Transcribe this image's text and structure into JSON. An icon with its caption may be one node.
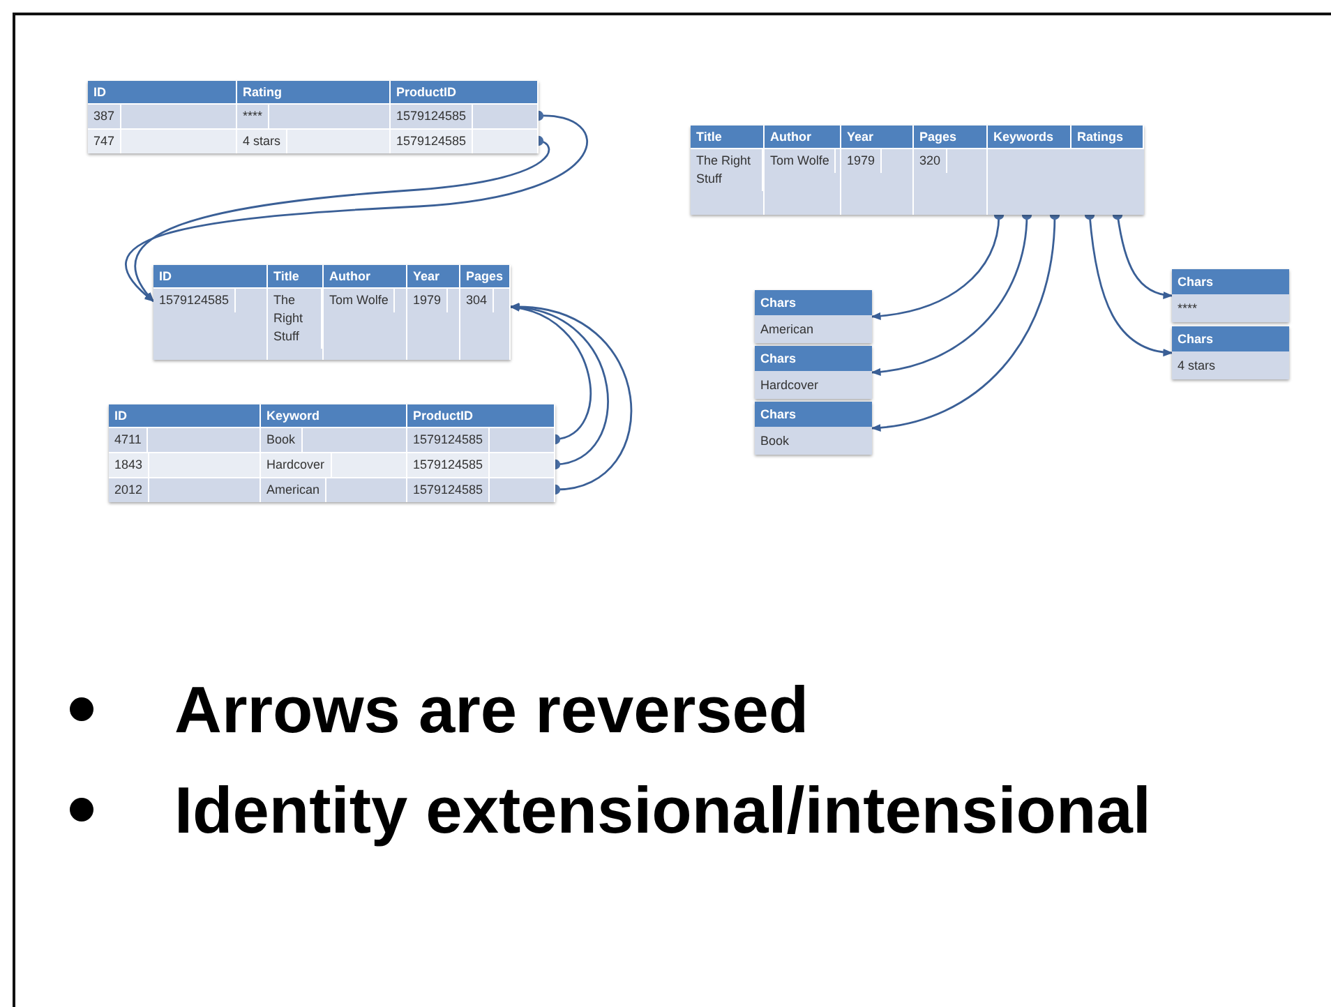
{
  "diagram": {
    "nodes": [
      {
        "text": [
          "ID",
          "Rating",
          "ProductID"
        ]
      },
      {
        "text": [
          "387",
          "****",
          "1579124585"
        ],
        "in": 0
      },
      {
        "text": [
          "747",
          "4 stars",
          "1579124585"
        ],
        "in": 0
      },
      {
        "text": [
          "ID",
          "Title",
          "Author",
          "Year",
          "Pages"
        ]
      },
      {
        "text": [
          "1579124585",
          "The Right Stuff",
          "Tom Wolfe",
          "1979",
          "304"
        ],
        "in": 3
      },
      {
        "text": [
          "ID",
          "Keyword",
          "ProductID"
        ]
      },
      {
        "text": [
          "4711",
          "Book",
          "1579124585"
        ],
        "in": 5
      },
      {
        "text": [
          "1843",
          "Hardcover",
          "1579124585"
        ],
        "in": 5
      },
      {
        "text": [
          "2012",
          "American",
          "1579124585"
        ],
        "in": 5
      },
      {
        "text": [
          "Title",
          "Author",
          "Year",
          "Pages",
          "Keywords",
          "Ratings"
        ]
      },
      {
        "text": [
          "The Right Stuff",
          "Tom Wolfe",
          "1979",
          "320"
        ],
        "in": 9
      },
      {
        "text": [
          "Chars",
          "American"
        ]
      },
      {
        "text": [
          "Chars",
          "Hardcover"
        ]
      },
      {
        "text": [
          "Chars",
          "Book"
        ]
      },
      {
        "text": [
          "Chars",
          "****"
        ]
      },
      {
        "text": [
          "Chars",
          "4 stars"
        ]
      }
    ],
    "edges": [
      {
        "from": 1,
        "to": 4,
        "arrow": "to"
      },
      {
        "from": 2,
        "to": 4,
        "arrow": "to"
      },
      {
        "from": 6,
        "to": 4,
        "arrow": "to"
      },
      {
        "from": 7,
        "to": 4,
        "arrow": "to"
      },
      {
        "from": 8,
        "to": 4,
        "arrow": "to"
      },
      {
        "from": 10,
        "to": 11,
        "arrow": "to"
      },
      {
        "from": 10,
        "to": 12,
        "arrow": "to"
      },
      {
        "from": 10,
        "to": 13,
        "arrow": "to"
      },
      {
        "from": 10,
        "to": 15,
        "arrow": "to"
      },
      {
        "from": 10,
        "to": 14,
        "arrow": "to"
      }
    ],
    "labels": [
      "Arrows are reversed",
      "Identity extensional/intensional"
    ]
  }
}
